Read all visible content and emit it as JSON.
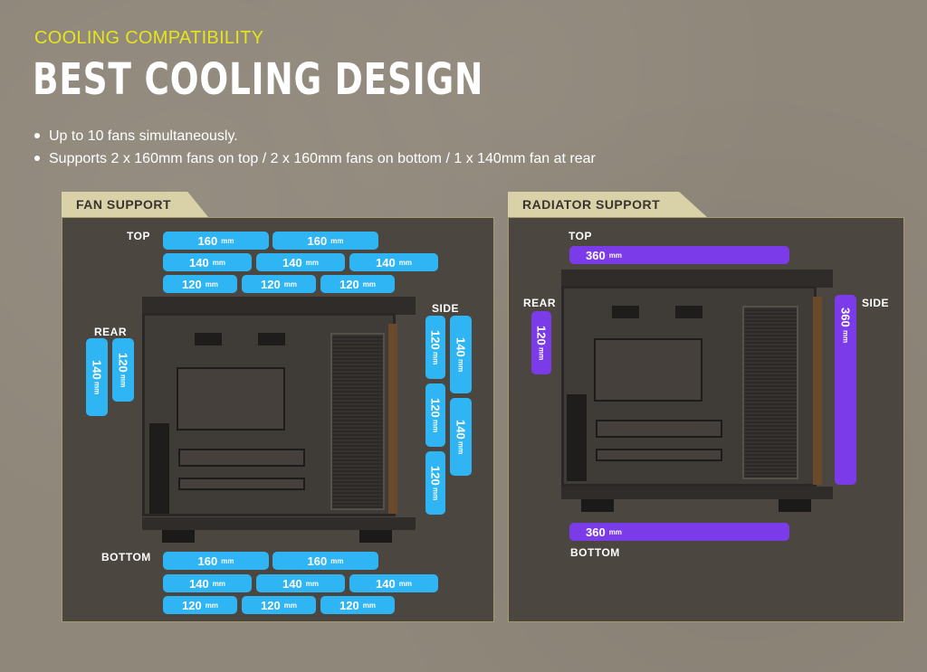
{
  "header": {
    "subtitle": "COOLING COMPATIBILITY",
    "title": "BEST COOLING DESIGN",
    "bullets": [
      "Up to 10 fans simultaneously.",
      "Supports 2 x 160mm fans on top / 2 x 160mm fans on bottom / 1 x 140mm fan at rear"
    ]
  },
  "fan_support": {
    "tab": "FAN SUPPORT",
    "top_label": "TOP",
    "rear_label": "REAR",
    "side_label": "SIDE",
    "bottom_label": "BOTTOM",
    "unit": "mm",
    "top_rows": [
      [
        "160",
        "160"
      ],
      [
        "140",
        "140",
        "140"
      ],
      [
        "120",
        "120",
        "120"
      ]
    ],
    "rear": [
      "140",
      "120"
    ],
    "side_col1": [
      "120",
      "120",
      "120"
    ],
    "side_col2": [
      "140",
      "140"
    ],
    "bottom_rows": [
      [
        "160",
        "160"
      ],
      [
        "140",
        "140",
        "140"
      ],
      [
        "120",
        "120",
        "120"
      ]
    ]
  },
  "radiator_support": {
    "tab": "RADIATOR SUPPORT",
    "top_label": "TOP",
    "rear_label": "REAR",
    "side_label": "SIDE",
    "bottom_label": "BOTTOM",
    "unit": "mm",
    "top": "360",
    "rear": "120",
    "side": "360",
    "bottom": "360"
  },
  "colors": {
    "background": "#8f877a",
    "panel": "#4c4640",
    "accent_yellow": "#e6e41c",
    "fan_blue": "#2fb4f4",
    "radiator_purple": "#7c3be8",
    "tab_beige": "#d9d1a7"
  }
}
